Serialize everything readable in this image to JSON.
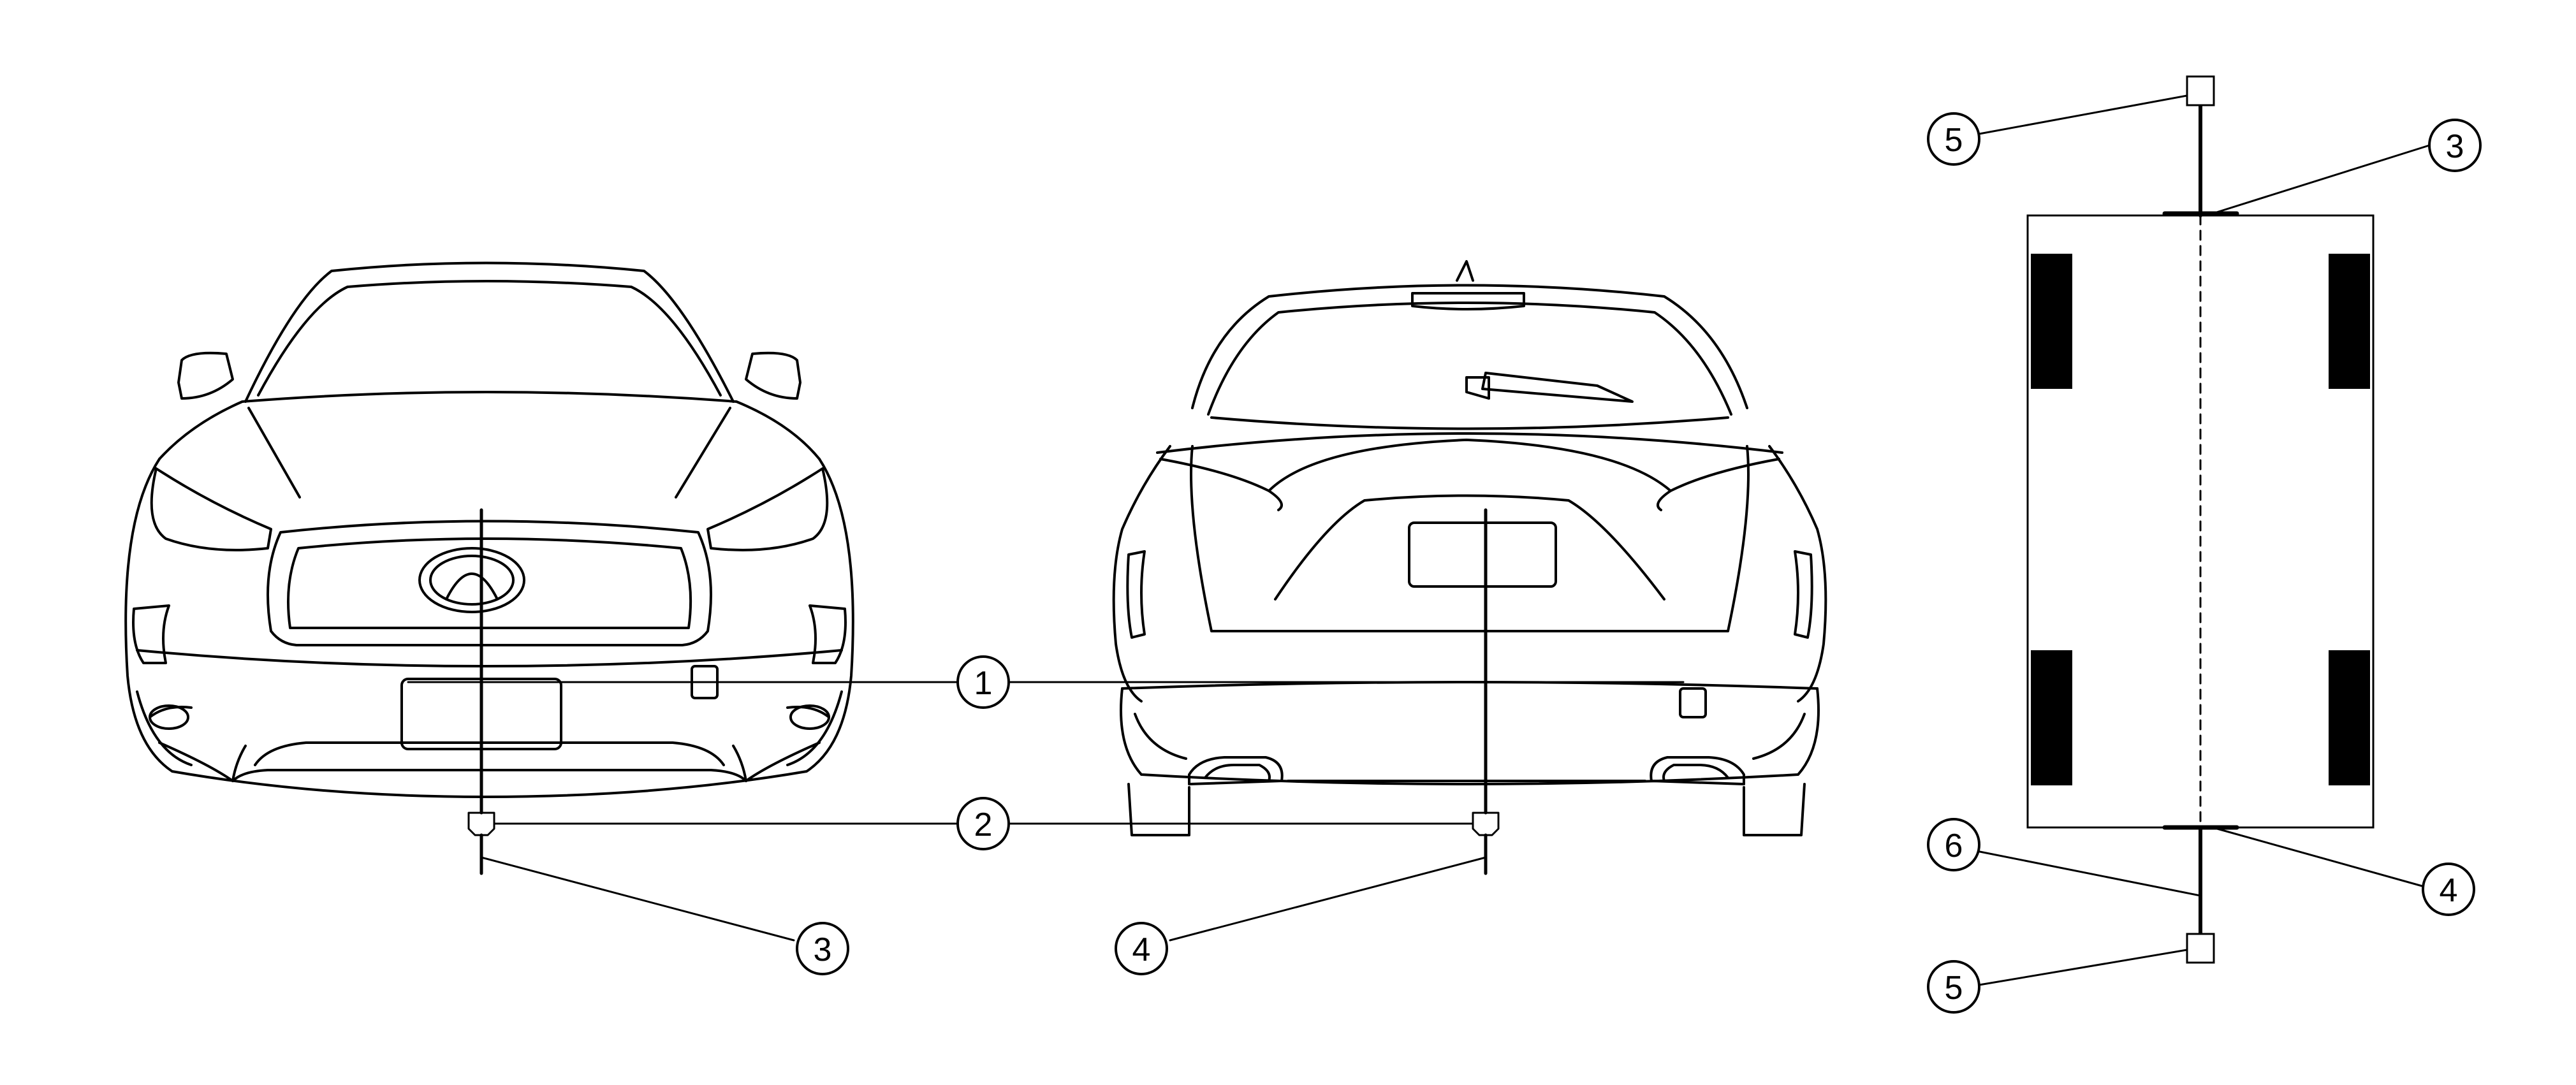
{
  "callouts": {
    "c1": "1",
    "c2": "2",
    "c3_front": "3",
    "c4_rear": "4",
    "c3_top": "3",
    "c4_top": "4",
    "c5_top": "5",
    "c5_bottom": "5",
    "c6": "6"
  }
}
